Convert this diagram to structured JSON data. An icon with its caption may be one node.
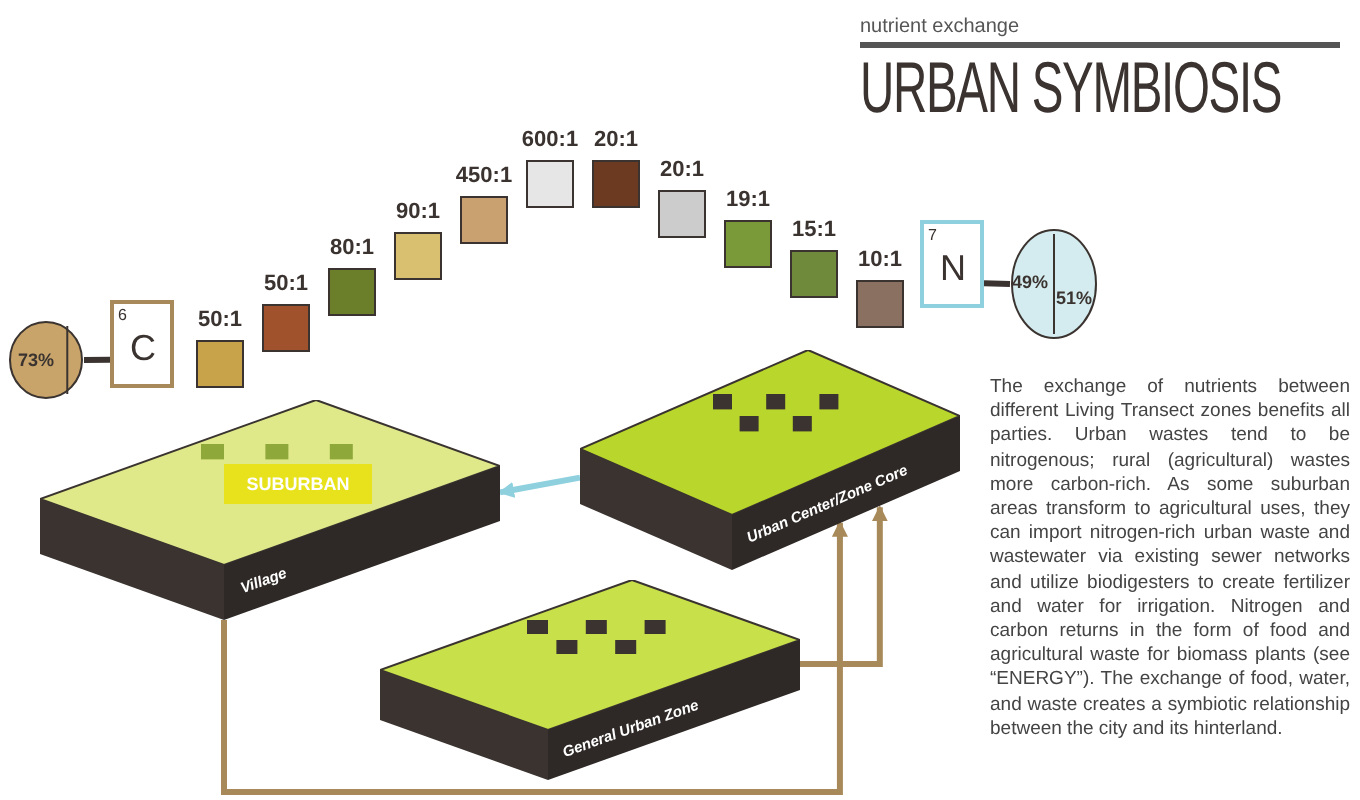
{
  "diagram": {
    "title": "URBAN SYMBIOSIS",
    "nodes": [
      {
        "text": [
          "Village"
        ]
      },
      {
        "text": [
          "SUBURBAN"
        ],
        "in": 0
      },
      {
        "text": [
          "General Urban Zone"
        ]
      },
      {
        "text": [
          "Urban Center/Zone Core"
        ]
      },
      {
        "text": [
          "6",
          "C"
        ]
      },
      {
        "text": [
          "73%"
        ]
      },
      {
        "text": [
          "7",
          "N"
        ]
      },
      {
        "text": [
          "49%",
          "51%"
        ]
      }
    ],
    "edges": [
      {
        "from": 0,
        "to": 3,
        "arrow": "to",
        "color": "#a88a5a"
      },
      {
        "from": 2,
        "to": 3,
        "arrow": "to",
        "color": "#a88a5a"
      },
      {
        "from": 3,
        "to": 0,
        "arrow": "to",
        "color": "#8fd0de"
      },
      {
        "from": 5,
        "to": 4,
        "arrow": "none",
        "color": "#3a3330"
      },
      {
        "from": 7,
        "to": 6,
        "arrow": "none",
        "color": "#3a3330"
      }
    ],
    "labels": [
      "nutrient exchange",
      "50:1",
      "50:1",
      "80:1",
      "90:1",
      "450:1",
      "600:1",
      "20:1",
      "20:1",
      "19:1",
      "15:1",
      "10:1",
      "The exchange of nutrients between different Living Transect zones benefits all parties. Urban wastes tend to be nitrogenous; rural (agricultural) wastes more carbon-rich. As some suburban areas transform to agricultural uses, they can import nitrogen-rich urban waste and wastewater via existing sewer networks and utilize biodigesters to create fertilizer and water for irrigation. Nitrogen and carbon returns in the form of food and agricultural waste for biomass plants (see “ENERGY”). The exchange of food, water, and waste creates a symbiotic relationship between the city and its hinterland."
    ]
  }
}
